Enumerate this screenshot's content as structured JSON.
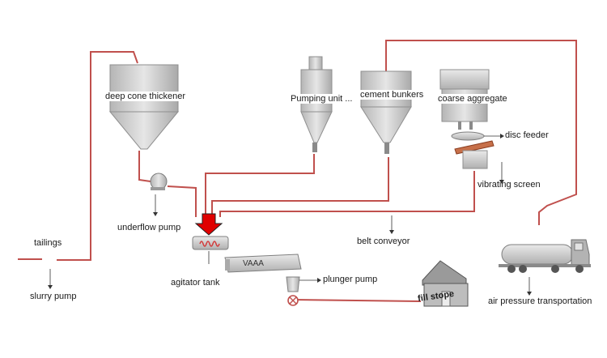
{
  "colors": {
    "pipe": "#c0504d",
    "equipment": "#c8c8c8",
    "equipment_dark": "#9a9a9a",
    "arrow_fill": "#e00000",
    "label_line": "#333333"
  },
  "labels": {
    "deep_cone_thickener": "deep cone thickener",
    "pumping_unit": "Pumping unit ...",
    "cement_bunkers": "cement bunkers",
    "coarse_aggregate": "coarse aggregate",
    "disc_feeder": "disc feeder",
    "vibrating_screen": "vibrating screen",
    "underflow_pump": "underflow pump",
    "tailings": "tailings",
    "slurry_pump": "slurry pump",
    "belt_conveyor": "belt conveyor",
    "agitator_tank": "agitator tank",
    "plunger_pump": "plunger pump",
    "fill_stope": "fill stope",
    "air_pressure_transportation": "air pressure transportation",
    "conveyor_mark": "VAAA"
  },
  "icons": [
    "pump-icon",
    "valve-icon",
    "red-down-arrow-icon",
    "truck-icon",
    "house-icon"
  ]
}
